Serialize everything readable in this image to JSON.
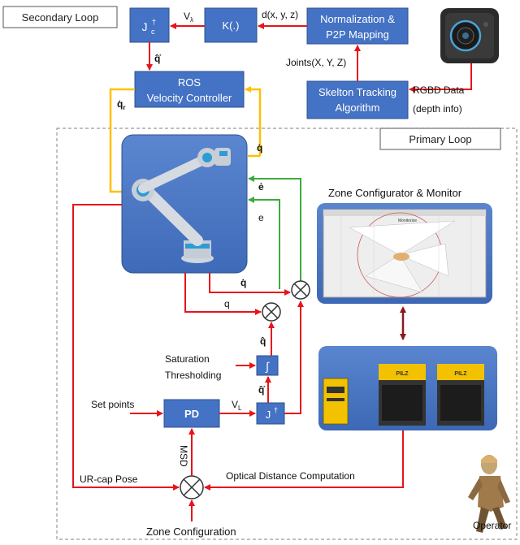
{
  "labels": {
    "secondary_loop": "Secondary Loop",
    "primary_loop": "Primary Loop",
    "jacobian_pinv_label": "J",
    "k_block": "K(.)",
    "normalization": "Normalization &",
    "p2p_mapping": "P2P Mapping",
    "ros_line1": "ROS",
    "ros_line2": "Velocity Controller",
    "skeleton_line1": "Skelton Tracking",
    "skeleton_line2": "Algorithm",
    "d_xyz": "d(x, y, z)",
    "joints_xyz": "Joints(X, Y, Z)",
    "rgbd": "RGBD Data",
    "depth_info": "(depth info)",
    "v_lambda": "V",
    "qhat_dot": "q̂̇",
    "qr_dot": "q̇",
    "q_dot": "q̇",
    "e_dot": "ė",
    "e": "e",
    "q": "q",
    "zone_title": "Zone Configurator & Monitor",
    "saturation_line1": "Saturation",
    "saturation_line2": "Thresholding",
    "integral": "∫",
    "set_points": "Set points",
    "pd": "PD",
    "v_l": "V",
    "msd": "MSD",
    "ur_cap": "UR-cap Pose",
    "optical_distance": "Optical Distance Computation",
    "zone_configuration": "Zone Configuration",
    "operator": "Operator",
    "sensor_mark": "PILZ",
    "monitor_title": "Monitorize"
  },
  "colors": {
    "block_fill": "#4472c4",
    "block_stroke": "#2f528f",
    "red_line": "#e8131b",
    "yellow_line": "#ffc000",
    "green_line": "#3daa3f",
    "dashed_box": "#888888"
  }
}
